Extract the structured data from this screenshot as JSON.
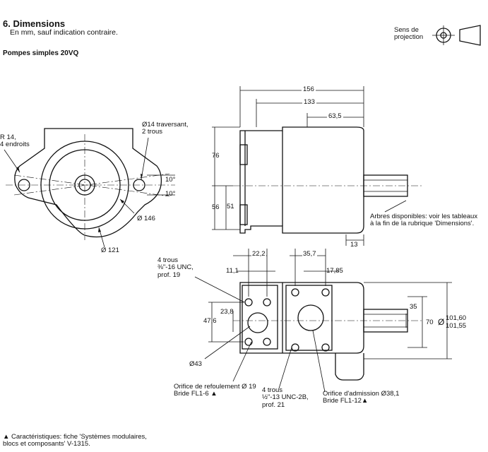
{
  "header": {
    "section_title": "6. Dimensions",
    "units_note": "En mm, sauf indication contraire.",
    "subsection": "Pompes simples 20VQ"
  },
  "projection": {
    "label": "Sens de\nprojection",
    "icon": "third-angle-projection-symbol"
  },
  "front_view": {
    "radius_note": "R 14,\n4 endroits",
    "hole_note": "Ø14 traversant,\n2 trous",
    "angle_1": "10°",
    "angle_2": "10°",
    "bolt_circle": "Ø 146",
    "pilot_diameter": "Ø 121"
  },
  "side_view": {
    "dims": {
      "overall_length": "156",
      "body_length": "133",
      "cover_length": "63,5",
      "upper_height": "76",
      "lower_height": "56",
      "foot_height": "51",
      "shaft_projection": "13"
    },
    "shaft_note": "Arbres disponibles: voir les tableaux\nà la fin de la rubrique 'Dimensions'."
  },
  "top_view": {
    "outlet_holes": "4 trous\n⅜\"-16 UNC,\nprof. 19",
    "dims": {
      "d22_2": "22,2",
      "d35_7": "35,7",
      "d11_1": "11,1",
      "d17_85": "17,85",
      "d23_8": "23,8",
      "d47_6": "47,6",
      "d35": "35",
      "d70": "70",
      "pilot_max": "101,60",
      "pilot_min": "101,55",
      "pilot_symbol": "Ø",
      "outlet_dia": "Ø43"
    },
    "outlet_note": "Orifice de refoulement Ø 19\nBride FL1-6 ▲",
    "inlet_holes": "4 trous\n½\"-13 UNC-2B,\nprof. 21",
    "inlet_note": "Orifice d'admission Ø38,1\nBride FL1-12▲"
  },
  "footnote": "▲  Caractéristiques: fiche 'Systèmes modulaires,\n     blocs et composants' V-1315."
}
